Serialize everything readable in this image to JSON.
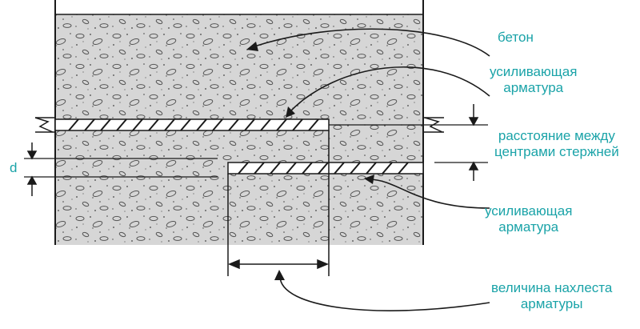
{
  "colors": {
    "label": "#1aa3a8",
    "ink": "#1a1a1a",
    "concrete": "#c9c9c9"
  },
  "labels": {
    "concrete": "бетон",
    "rebar_top": [
      "усиливающая",
      "арматура"
    ],
    "center_distance": [
      "расстояние между",
      "центрами стержней"
    ],
    "rebar_bottom": [
      "усиливающая",
      "арматура"
    ],
    "lap_length": [
      "величина нахлеста",
      "арматуры"
    ],
    "gap": "d"
  }
}
